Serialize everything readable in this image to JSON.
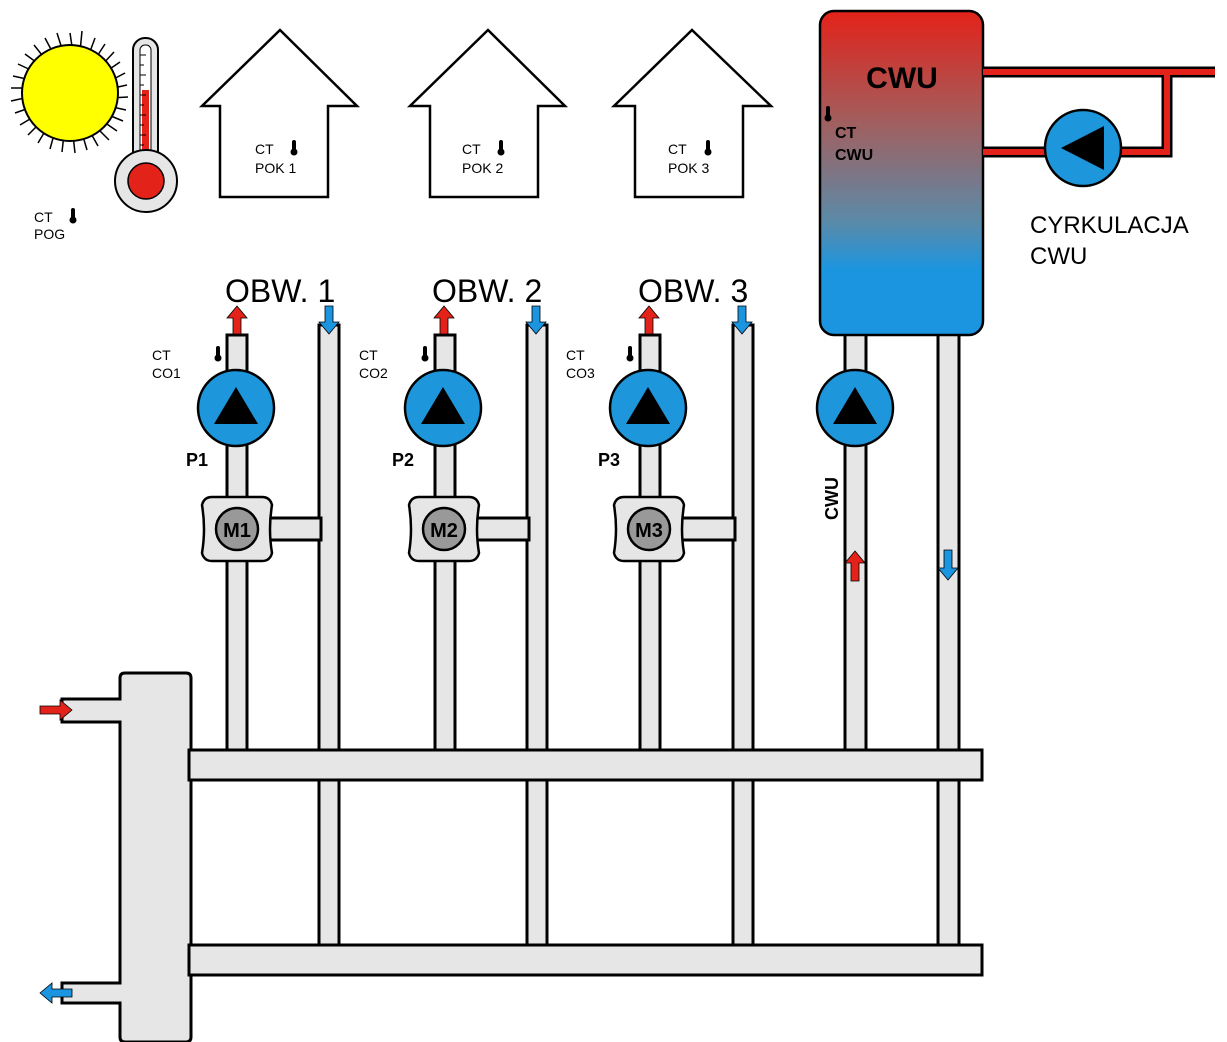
{
  "outdoor": {
    "sensor_line1": "CT",
    "sensor_line2": "POG"
  },
  "houses": [
    {
      "line1": "CT",
      "line2": "POK 1"
    },
    {
      "line1": "CT",
      "line2": "POK 2"
    },
    {
      "line1": "CT",
      "line2": "POK 3"
    }
  ],
  "circuits": [
    {
      "title": "OBW. 1",
      "sensor_line1": "CT",
      "sensor_line2": "CO1",
      "pump": "P1",
      "mixer": "M1"
    },
    {
      "title": "OBW. 2",
      "sensor_line1": "CT",
      "sensor_line2": "CO2",
      "pump": "P2",
      "mixer": "M2"
    },
    {
      "title": "OBW. 3",
      "sensor_line1": "CT",
      "sensor_line2": "CO3",
      "pump": "P3",
      "mixer": "M3"
    }
  ],
  "tank": {
    "title": "CWU",
    "sensor_line1": "CT",
    "sensor_line2": "CWU",
    "pump_label": "CWU"
  },
  "circulation": {
    "line1": "CYRKULACJA",
    "line2": "CWU"
  },
  "colors": {
    "hot": "#e32219",
    "cold": "#1b95e0",
    "pump": "#1e96dc",
    "sun": "#ffff00",
    "pipe": "#e6e6e6"
  }
}
